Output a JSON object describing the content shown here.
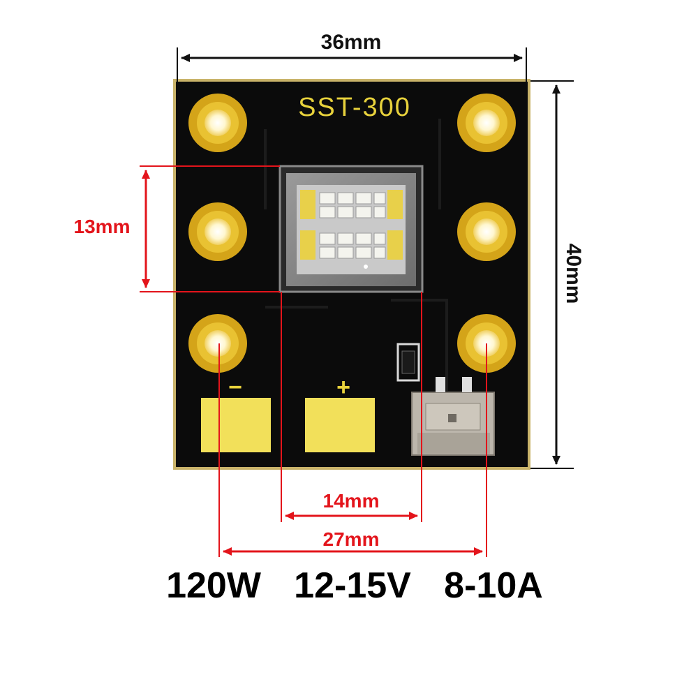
{
  "board": {
    "model": "SST-300",
    "minus_mark": "−",
    "plus_mark": "+",
    "pcb_color": "#0b0b0b",
    "pad_color": "#f2e05a",
    "ring_color": "#d4a419"
  },
  "dimensions": {
    "width": "36mm",
    "height": "40mm",
    "led_height": "13mm",
    "led_width": "14mm",
    "hole_spacing": "27mm",
    "black_color": "#111111",
    "red_color": "#e3141b"
  },
  "specs": {
    "power": "120W",
    "voltage": "12-15V",
    "current": "8-10A"
  }
}
